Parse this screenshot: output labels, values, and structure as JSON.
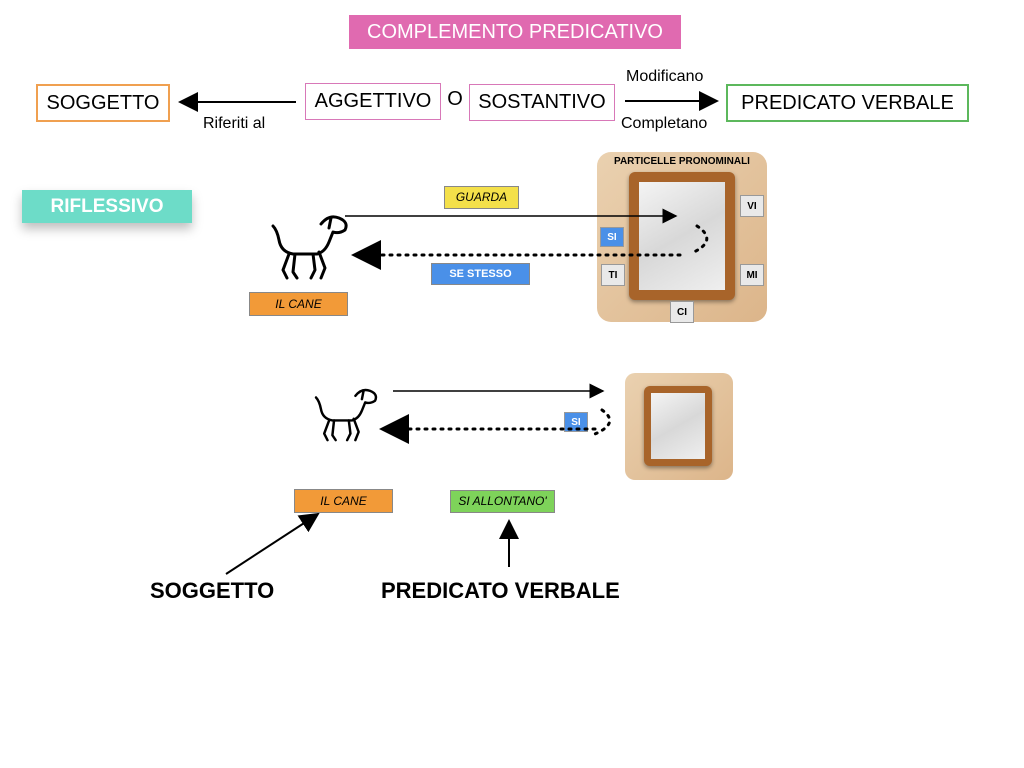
{
  "header": {
    "title": "COMPLEMENTO PREDICATIVO"
  },
  "definition": {
    "subject": "SOGGETTO",
    "adjective": "AGGETTIVO",
    "connector": "O",
    "noun": "SOSTANTIVO",
    "verb": "PREDICATO VERBALE",
    "label_referred": "Riferiti al",
    "label_modify": "Modificano",
    "label_complete": "Completano"
  },
  "reflexive": {
    "badge": "RIFLESSIVO",
    "subject_tag": "IL CANE",
    "action_tag": "GUARDA",
    "return_tag": "SE STESSO",
    "particles_title": "PARTICELLE PRONOMINALI",
    "particles": {
      "si": "SI",
      "ti": "TI",
      "vi": "VI",
      "mi": "MI",
      "ci": "CI"
    }
  },
  "example": {
    "subject_tag": "IL CANE",
    "verb_tag": "SI ALLONTANO'",
    "particle": "SI",
    "label_subject": "SOGGETTO",
    "label_verb": "PREDICATO VERBALE"
  },
  "colors": {
    "title_bg": "#e06ab0",
    "badge_bg": "#6ddcc8",
    "orange": "#f29a38",
    "yellow": "#f4e04a",
    "blue": "#4a90e8",
    "green": "#7ed35a"
  },
  "icons": [
    "dog-icon",
    "mirror-icon",
    "arrow-icon"
  ]
}
